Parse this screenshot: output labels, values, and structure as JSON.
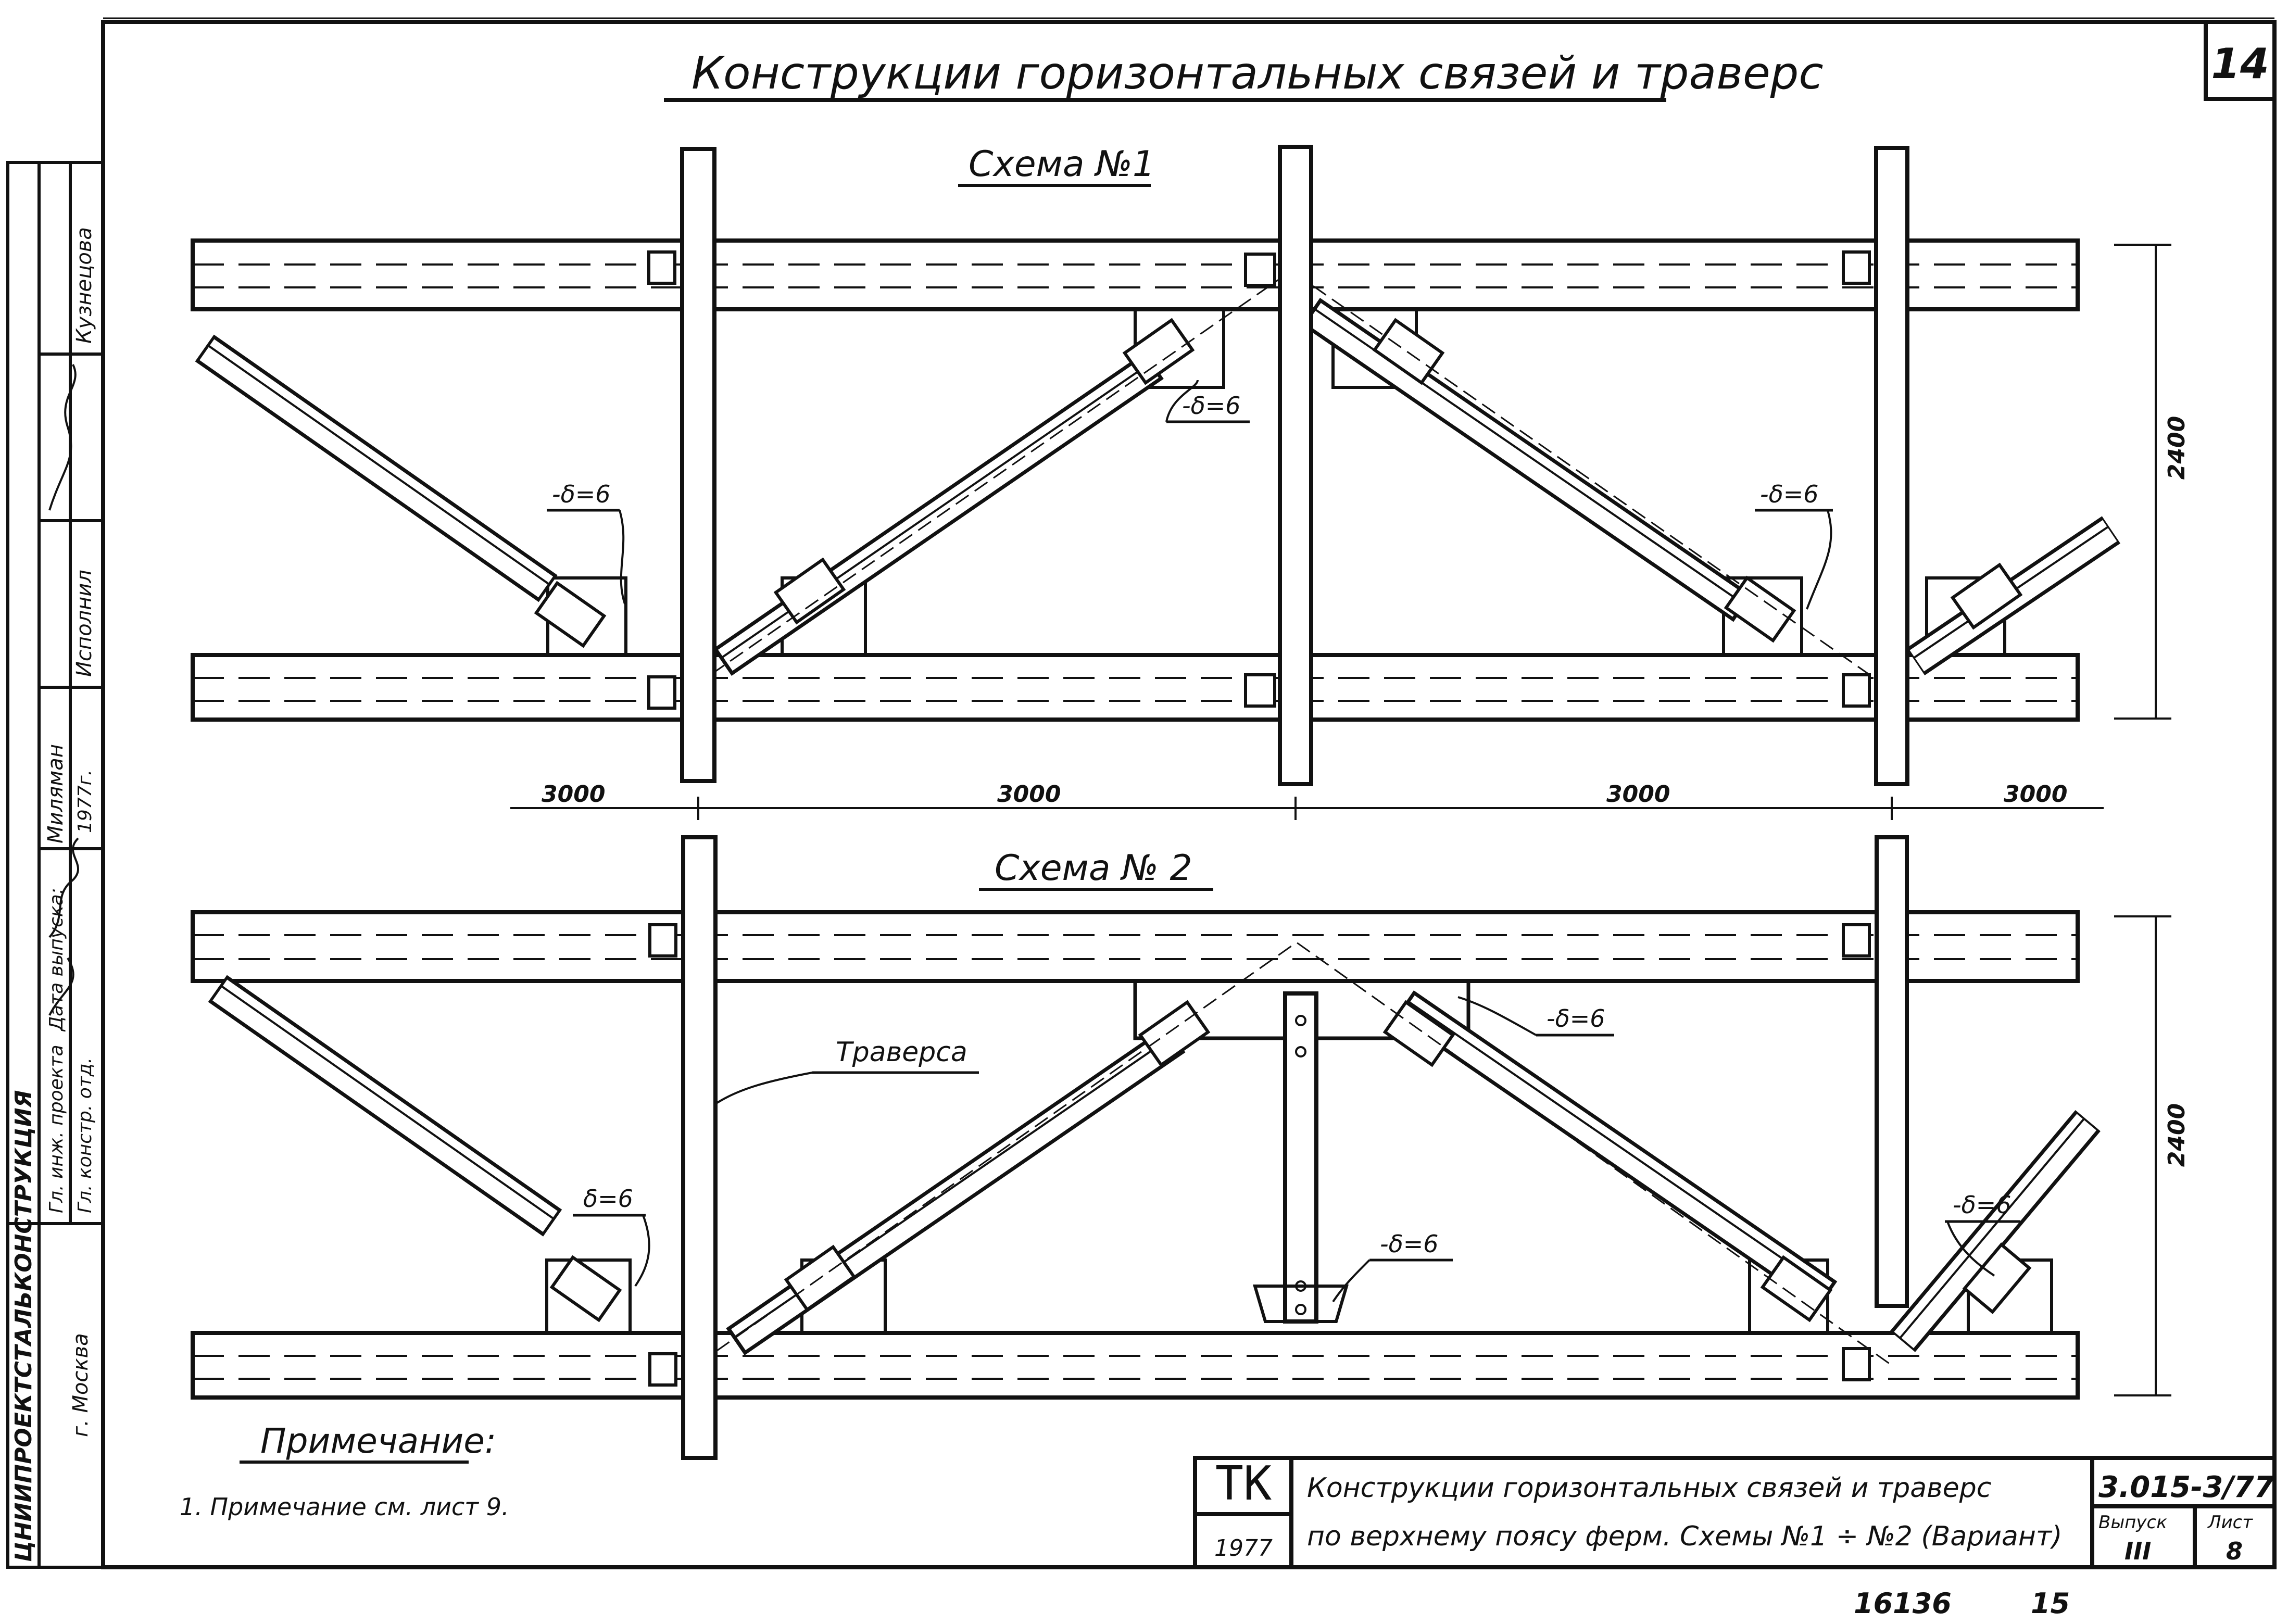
{
  "sheet_number": "14",
  "title": "Конструкции горизонтальных связей и траверс",
  "scheme1": {
    "label": "Схема №1"
  },
  "scheme2": {
    "label": "Схема № 2"
  },
  "plate_labels": {
    "s1_left": "-δ=6",
    "s1_top_mid": "-δ=6",
    "s1_right": "-δ=6",
    "s2_left": "δ=6",
    "s2_center": "-δ=6",
    "s2_top_right": "-δ=6",
    "s2_right": "-δ=6"
  },
  "traverse_label": "Траверса",
  "dimensions": {
    "spans": [
      "3000",
      "3000",
      "3000",
      "3000"
    ],
    "height_s1": "2400",
    "height_s2": "2400"
  },
  "note": {
    "heading": "Примечание:",
    "text": "1. Примечание см. лист 9."
  },
  "side_stamp": {
    "organization": "ЦНИИПРОЕКТСТАЛЬКОНСТРУКЦИЯ",
    "city": "г. Москва",
    "rows": [
      {
        "role": "Гл. инж. проекта",
        "name": "Кузнецова"
      },
      {
        "role": "Гл. констр. отд.",
        "name": "Исполнил"
      },
      {
        "role": "Дата выпуска:",
        "name": "Миляман"
      }
    ],
    "year": "1977г."
  },
  "title_block": {
    "code": "ТК",
    "year": "1977",
    "description_line1": "Конструкции горизонтальных связей и траверс",
    "description_line2": "по верхнему поясу ферм. Схемы №1 ÷ №2 (Вариант)",
    "series": "3.015-3/77",
    "issue_label": "Выпуск",
    "issue_value": "III",
    "sheet_label": "Лист",
    "sheet_value": "8"
  },
  "bottom_numbers": {
    "archive": "16136",
    "page": "15"
  }
}
